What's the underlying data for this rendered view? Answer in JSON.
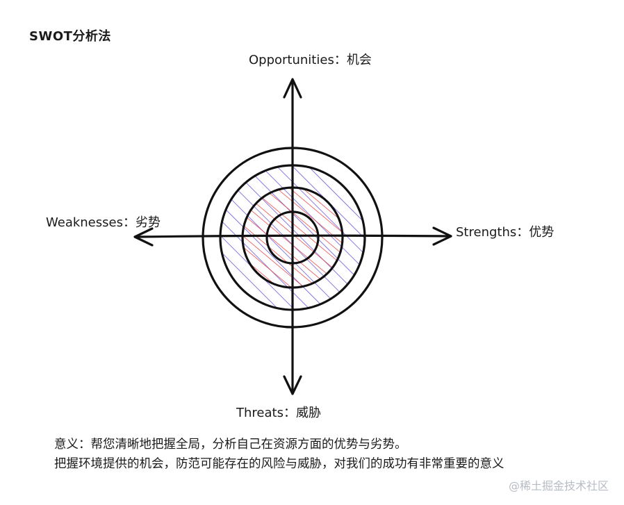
{
  "title": "SWOT分析法",
  "axes": {
    "top": "Opportunities：机会",
    "left": "Weaknesses：劣势",
    "right": "Strengths：优势",
    "bottom": "Threats：威胁"
  },
  "meaning": {
    "line1": "意义：帮您清晰地把握全局，分析自己在资源方面的优势与劣势。",
    "line2": "把握环境提供的机会，防范可能存在的风险与威胁，对我们的成功有非常重要的意义"
  },
  "watermark": "@稀土掘金技术社区",
  "colors": {
    "stroke": "#111111",
    "outer_hatch": "#6a5ae0",
    "inner_hatch": "#e8403f"
  }
}
